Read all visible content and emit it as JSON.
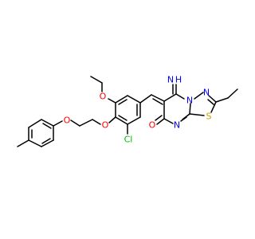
{
  "colors": {
    "background": "#ffffff",
    "bond": "#000000",
    "nitrogen": "#0000ff",
    "oxygen": "#ff0000",
    "sulfur": "#c8a000",
    "chlorine": "#00bb00"
  },
  "atoms": {
    "ether_o_tolyl": "O",
    "ether_o_chain": "O",
    "ethoxy_o": "O",
    "chloro": "Cl",
    "imine_n": "N",
    "imine_h": "H",
    "ring_n1": "N",
    "ring_n2": "N",
    "ring_n3": "N",
    "sulfur": "S",
    "carbonyl_o": "O"
  }
}
